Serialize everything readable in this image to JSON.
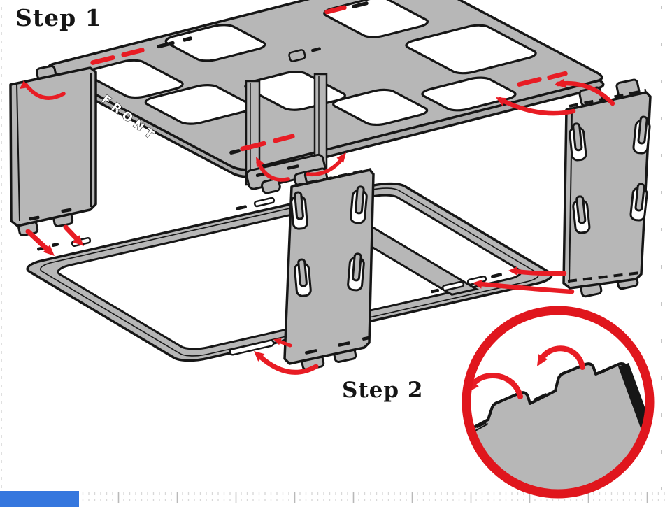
{
  "document": {
    "kind": "assembly-instruction-diagram",
    "background": "#ffffff"
  },
  "labels": {
    "step_1": "Step 1",
    "step_2": "Step 2",
    "front_marking": "FRONT"
  },
  "colors": {
    "part_fill": "#b7b7b7",
    "part_outline": "#161616",
    "highlight_red": "#e81c24",
    "callout_ring_red": "#e0161d",
    "loading_bar_blue": "#3577de",
    "ruler_tick_gray": "#c9c9c9"
  },
  "icons": {
    "insert_arrow": "straight red arrow",
    "rotate_arrow": "curved red arrow",
    "detail_callout_circle": "red magnifier circle"
  }
}
